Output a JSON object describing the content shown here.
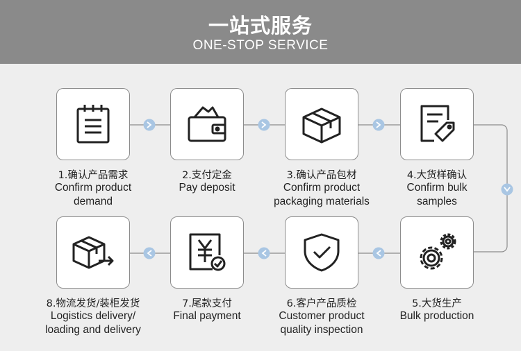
{
  "header": {
    "title_cn": "一站式服务",
    "title_en": "ONE-STOP SERVICE"
  },
  "colors": {
    "header_bg": "#8a8a8a",
    "page_bg": "#eeeeee",
    "box_border": "#8c8c8c",
    "connector_dot": "#9fbfe0"
  },
  "steps": [
    {
      "label_cn": "1.确认产品需求",
      "label_en_1": "Confirm product",
      "label_en_2": "demand",
      "icon": "clipboard-icon"
    },
    {
      "label_cn": "2.支付定金",
      "label_en_1": "Pay deposit",
      "label_en_2": "",
      "icon": "wallet-icon"
    },
    {
      "label_cn": "3.确认产品包材",
      "label_en_1": "Confirm product",
      "label_en_2": "packaging materials",
      "icon": "box-icon"
    },
    {
      "label_cn": "4.大货样确认",
      "label_en_1": "Confirm bulk",
      "label_en_2": "samples",
      "icon": "document-tag-icon"
    },
    {
      "label_cn": "5.大货生产",
      "label_en_1": "Bulk production",
      "label_en_2": "",
      "icon": "gears-icon"
    },
    {
      "label_cn": "6.客户产品质检",
      "label_en_1": "Customer product",
      "label_en_2": "quality inspection",
      "icon": "shield-check-icon"
    },
    {
      "label_cn": "7.尾款支付",
      "label_en_1": "Final payment",
      "label_en_2": "",
      "icon": "yen-invoice-icon"
    },
    {
      "label_cn": "8.物流发货/装柜发货",
      "label_en_1": "Logistics delivery/",
      "label_en_2": "loading and delivery",
      "icon": "shipping-box-icon"
    }
  ]
}
